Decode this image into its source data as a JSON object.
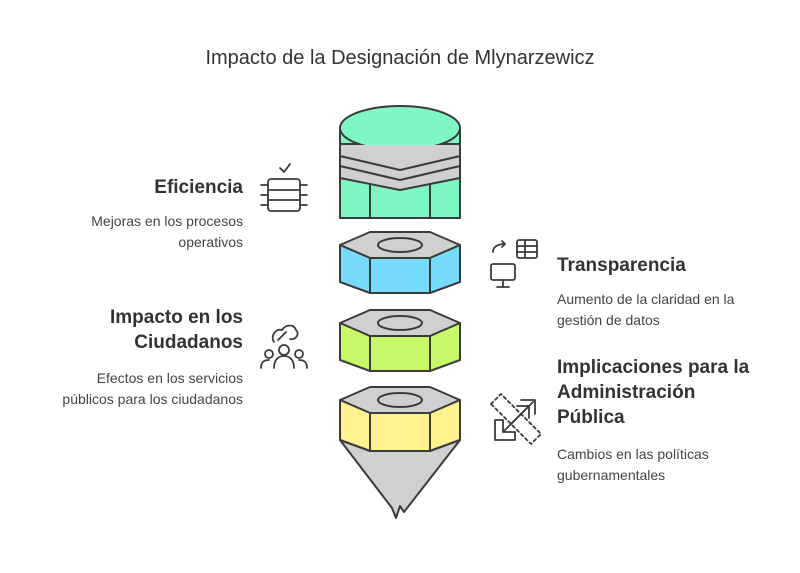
{
  "title": "Impacto de la Designación de Mlynarzewicz",
  "items": [
    {
      "heading": "Eficiencia",
      "description_lines": [
        "Mejoras en los procesos",
        "operativos"
      ],
      "icon": "database-check-icon"
    },
    {
      "heading": "Transparencia",
      "description_lines": [
        "Aumento de la claridad en la",
        "gestión de datos"
      ],
      "icon": "table-monitor-sync-icon"
    },
    {
      "heading_lines": [
        "Impacto en los",
        "Ciudadanos"
      ],
      "description_lines": [
        "Efectos en los servicios",
        "públicos para los ciudadanos"
      ],
      "icon": "citizens-hand-icon"
    },
    {
      "heading_lines": [
        "Implicaciones para la",
        "Administración",
        "Pública"
      ],
      "description_lines": [
        "Cambios en las políticas",
        "gubernamentales"
      ],
      "icon": "policy-arrow-icon"
    }
  ],
  "colors": {
    "green": "#7ef7c3",
    "blue": "#76dbfb",
    "lime": "#c9f76a",
    "yellow": "#fdf28e",
    "gray": "#d0d0d0",
    "outline": "#3b3b3b"
  }
}
